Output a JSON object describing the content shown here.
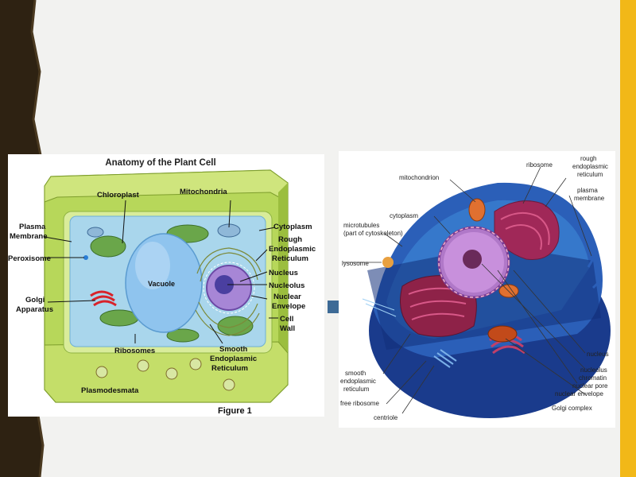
{
  "colors": {
    "background": "#f2f2f0",
    "torn_edge": "#2e2212",
    "accent_bar": "#f2b818",
    "arrow": "#3d6a96",
    "cell_wall": "#b7d75a",
    "cytoplasm": "#a9d6ec",
    "vacuole": "#8fc4ee",
    "chloroplast": "#6aa64a",
    "golgi": "#d8232a",
    "nucleus": "#a786d6",
    "animal_membrane": "#1a3b8c",
    "animal_er": "#a02858"
  },
  "plant": {
    "title": "Anatomy of the Plant Cell",
    "figure_caption": "Figure 1",
    "labels": {
      "chloroplast": "Chloroplast",
      "mitochondria": "Mitochondria",
      "plasma_membrane_1": "Plasma",
      "plasma_membrane_2": "Membrane",
      "peroxisome": "Peroxisome",
      "golgi_1": "Golgi",
      "golgi_2": "Apparatus",
      "vacuole": "Vacuole",
      "cytoplasm": "Cytoplasm",
      "rough_er_1": "Rough",
      "rough_er_2": "Endoplasmic",
      "rough_er_3": "Reticulum",
      "nucleus": "Nucleus",
      "nucleolus": "Nucleolus",
      "nuclear_envelope_1": "Nuclear",
      "nuclear_envelope_2": "Envelope",
      "cell_wall_1": "Cell",
      "cell_wall_2": "Wall",
      "ribosomes": "Ribosomes",
      "smooth_er_1": "Smooth",
      "smooth_er_2": "Endoplasmic",
      "smooth_er_3": "Reticulum",
      "plasmodesmata": "Plasmodesmata"
    }
  },
  "animal": {
    "labels": {
      "ribosome": "ribosome",
      "rough_er_1": "rough",
      "rough_er_2": "endoplasmic",
      "rough_er_3": "reticulum",
      "mitochondrion": "mitochondrion",
      "plasma_membrane_1": "plasma",
      "plasma_membrane_2": "membrane",
      "cytoplasm": "cytoplasm",
      "microtubules_1": "microtubules",
      "microtubules_2": "(part of cytoskeleton)",
      "lysosome": "lysosome",
      "nucleus": "nucleus",
      "nucleolus": "nucleolus",
      "chromatin": "chromatin",
      "nuclear_pore": "nuclear pore",
      "nuclear_envelope": "nuclear envelope",
      "golgi_complex": "Golgi complex",
      "smooth_er_1": "smooth",
      "smooth_er_2": "endoplasmic",
      "smooth_er_3": "reticulum",
      "free_ribosome": "free ribosome",
      "centriole": "centriole"
    }
  }
}
